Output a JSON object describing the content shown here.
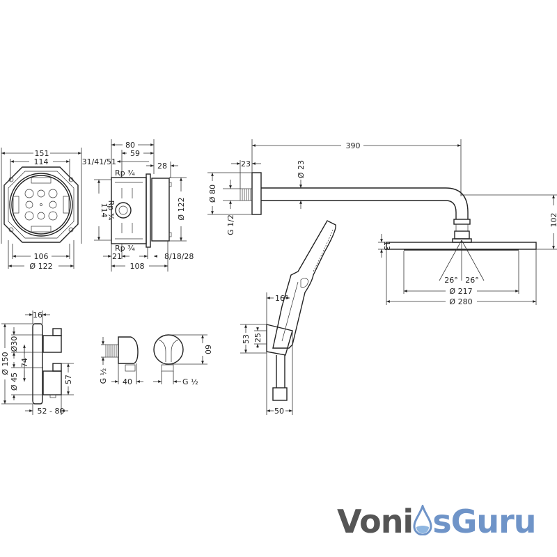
{
  "mounting_box_front": {
    "dims": {
      "width_outer": "151",
      "width_inner": "114",
      "bottom_inner": "106",
      "diameter": "Ø 122"
    }
  },
  "mounting_box_side": {
    "dims": {
      "depth_80": "80",
      "depth_59": "59",
      "depth_var": "31/41/51",
      "d28": "28",
      "rp_top": "Rp ¾",
      "rp_mid": "Rp ¾",
      "rp_bottom": "Rp ¾",
      "height_114": "114",
      "diameter_122": "Ø 122",
      "d21": "21",
      "d108": "108",
      "d_var2": "8/18/28"
    }
  },
  "thermostat": {
    "dims": {
      "d16": "16",
      "d150": "Ø 150",
      "d30": "Ø30",
      "d74": "74",
      "d45": "Ø 45",
      "d57": "57",
      "d52_80": "52 - 80"
    }
  },
  "wall_outlet": {
    "dims": {
      "g_half_left": "G ½",
      "d40": "40",
      "g_half_right": "G ½",
      "d60": "60"
    }
  },
  "shower_arm": {
    "dims": {
      "d390": "390",
      "d23": "23",
      "dia23": "Ø 23",
      "dia80": "Ø 80",
      "g12": "G 1/2",
      "d102": "102",
      "d13": "13",
      "angle_left": "26°",
      "angle_right": "26°",
      "dia217": "Ø 217",
      "dia280": "Ø 280"
    }
  },
  "hand_shower": {
    "dims": {
      "angle16": "16°",
      "d53": "53",
      "d25": "25",
      "d50": "50"
    }
  },
  "logo": {
    "text_dark": "Voni",
    "text_light": "sGuru",
    "dark_color": "#555555",
    "light_color": "#6f94c8"
  }
}
